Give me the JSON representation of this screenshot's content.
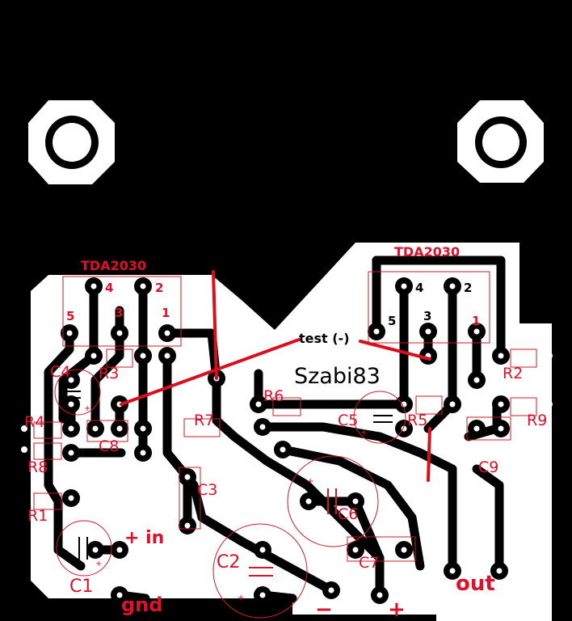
{
  "ic_left": {
    "name": "TDA2030",
    "pins": [
      "1",
      "2",
      "3",
      "4",
      "5"
    ]
  },
  "ic_right": {
    "name": "TDA2030",
    "pins": [
      "1",
      "2",
      "3",
      "4",
      "5"
    ]
  },
  "signature": "Szabi83",
  "test_label": "test (-)",
  "components": {
    "r1": "R1",
    "r2": "R2",
    "r3": "R3",
    "r4": "R4",
    "r5": "R5",
    "r6": "R6",
    "r7": "R7",
    "r8": "R8",
    "r9": "R9",
    "c1": "C1",
    "c2": "C2",
    "c3": "C3",
    "c4": "C4",
    "c5": "C5",
    "c6": "C6",
    "c7": "C7",
    "c8": "C8",
    "c9": "C9"
  },
  "connectors": {
    "plus_in": "+ in",
    "gnd": "gnd",
    "minus": "−",
    "plus": "+",
    "out": "out"
  },
  "polarity": "+",
  "colors": {
    "background": "#000000",
    "copper": "#ffffff",
    "silkscreen": "#e0102a"
  }
}
